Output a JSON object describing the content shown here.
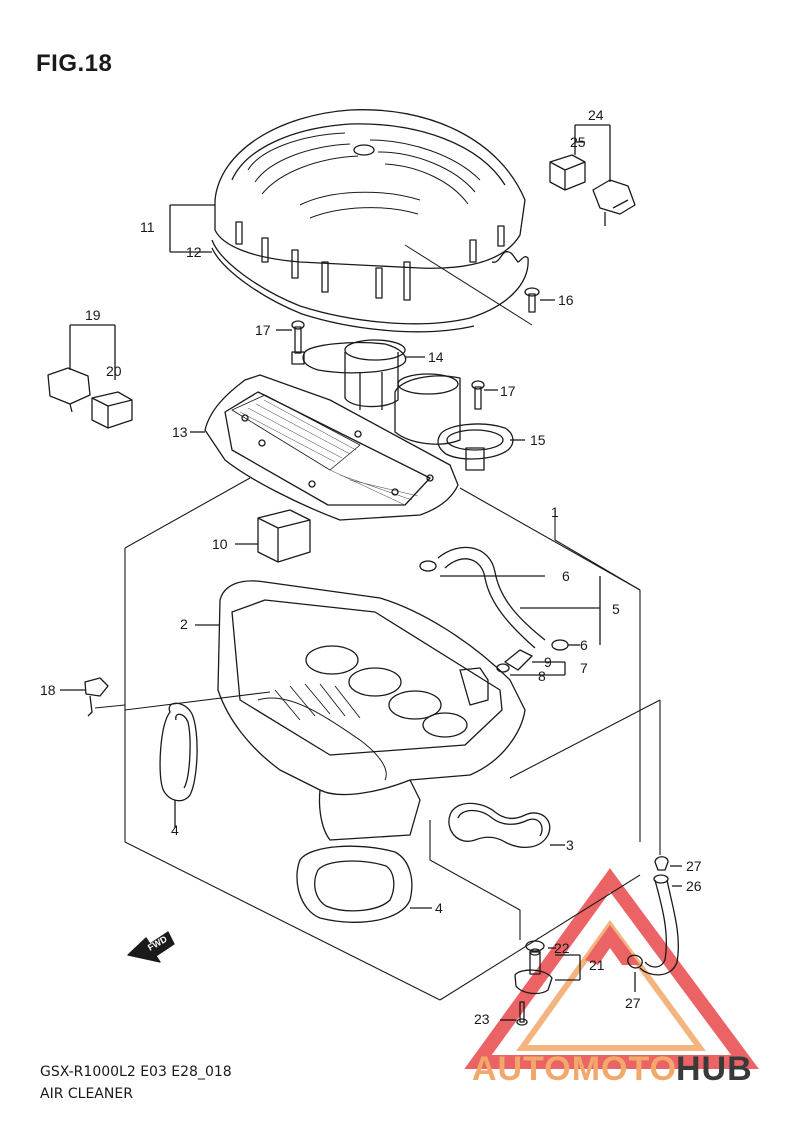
{
  "figure": {
    "title": "FIG.18",
    "model_code": "GSX-R1000L2 E03 E28_018",
    "assembly_name": "AIR CLEANER"
  },
  "callouts": [
    {
      "id": "1",
      "label": "1"
    },
    {
      "id": "2",
      "label": "2"
    },
    {
      "id": "3",
      "label": "3"
    },
    {
      "id": "4a",
      "label": "4"
    },
    {
      "id": "4b",
      "label": "4"
    },
    {
      "id": "5",
      "label": "5"
    },
    {
      "id": "6a",
      "label": "6"
    },
    {
      "id": "6b",
      "label": "6"
    },
    {
      "id": "7",
      "label": "7"
    },
    {
      "id": "8",
      "label": "8"
    },
    {
      "id": "9",
      "label": "9"
    },
    {
      "id": "10",
      "label": "10"
    },
    {
      "id": "11",
      "label": "11"
    },
    {
      "id": "12",
      "label": "12"
    },
    {
      "id": "13",
      "label": "13"
    },
    {
      "id": "14",
      "label": "14"
    },
    {
      "id": "15",
      "label": "15"
    },
    {
      "id": "16",
      "label": "16"
    },
    {
      "id": "17a",
      "label": "17"
    },
    {
      "id": "17b",
      "label": "17"
    },
    {
      "id": "18",
      "label": "18"
    },
    {
      "id": "19",
      "label": "19"
    },
    {
      "id": "20",
      "label": "20"
    },
    {
      "id": "21",
      "label": "21"
    },
    {
      "id": "22",
      "label": "22"
    },
    {
      "id": "23",
      "label": "23"
    },
    {
      "id": "24",
      "label": "24"
    },
    {
      "id": "25",
      "label": "25"
    },
    {
      "id": "26",
      "label": "26"
    },
    {
      "id": "27a",
      "label": "27"
    },
    {
      "id": "27b",
      "label": "27"
    }
  ],
  "direction_marker": {
    "label": "FWD"
  },
  "watermark": {
    "part1": "AUTOMOTO",
    "part2": "HUB",
    "color_primary": "#e8484a",
    "color_secondary": "#f2a86a",
    "color_dark": "#3a3a3a"
  }
}
